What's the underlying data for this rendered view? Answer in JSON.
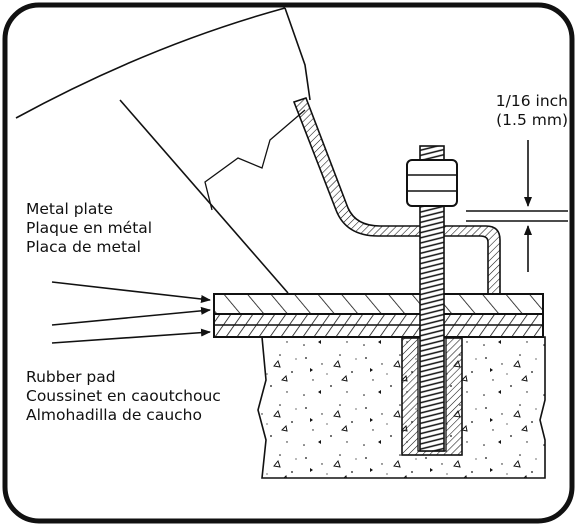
{
  "labels": {
    "clearance_inch": "1/16 inch",
    "clearance_mm": "(1.5 mm)",
    "metal_plate_en": "Metal plate",
    "metal_plate_fr": "Plaque en métal",
    "metal_plate_es": "Placa de metal",
    "rubber_pad_en": "Rubber pad",
    "rubber_pad_fr": "Coussinet en caoutchouc",
    "rubber_pad_es": "Almohadilla de caucho"
  },
  "colors": {
    "stroke": "#111111",
    "frame": "#111111",
    "background": "#ffffff"
  },
  "icons": {
    "arrow": "arrow-icon",
    "bolt": "threaded-bolt-icon",
    "nut": "hex-nut-icon"
  }
}
